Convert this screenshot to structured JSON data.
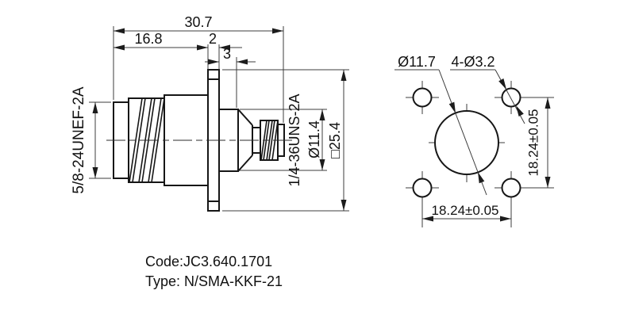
{
  "title_block": {
    "code": "Code:JC3.640.1701",
    "type": "Type: N/SMA-KKF-21"
  },
  "side_view": {
    "dims": {
      "total_length": "30.7",
      "front_length": "16.8",
      "flange_thickness": "2",
      "boss_length": "3",
      "rear_diameter": "Ø11.4",
      "flange_square": "□25.4"
    },
    "thread_labels": {
      "n_interface": "5/8-24UNEF-2A",
      "sma_interface": "1/4-36UNS-2A"
    }
  },
  "front_view": {
    "dims": {
      "center_hole": "Ø11.7",
      "mounting_holes": "4-Ø3.2",
      "pitch_horizontal": "18.24±0.05",
      "pitch_vertical": "18.24±0.05"
    }
  },
  "colors": {
    "background": "#ffffff",
    "object_line": "#161616",
    "dimension_line": "#3c3c3c",
    "text": "#111111"
  }
}
